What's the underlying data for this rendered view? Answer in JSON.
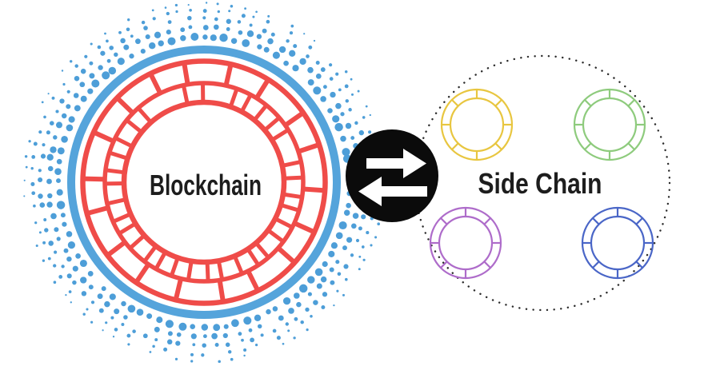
{
  "blockchain": {
    "label": "Blockchain",
    "label_color": "#1d1d1d",
    "ring_color": "#ef4c49",
    "outline_color": "#55a4db",
    "halo_dot_color": "#4d9ed8",
    "outer_segments": 18,
    "inner_segments": 36
  },
  "swap": {
    "icon": "swap-arrows-icon",
    "circle_color": "#0b0b0b",
    "arrow_color": "#ffffff",
    "directions": [
      "right",
      "left"
    ]
  },
  "sidechain": {
    "label": "Side Chain",
    "label_color": "#1d1d1d",
    "boundary_dot_color": "#2b2b2b",
    "node_segments": 8,
    "nodes": [
      {
        "id": "yellow",
        "color": "#e8c640",
        "position": "top-left"
      },
      {
        "id": "green",
        "color": "#8ecb7d",
        "position": "top-right"
      },
      {
        "id": "purple",
        "color": "#ae6cca",
        "position": "bottom-left"
      },
      {
        "id": "blue",
        "color": "#4a66c7",
        "position": "bottom-right"
      }
    ]
  }
}
